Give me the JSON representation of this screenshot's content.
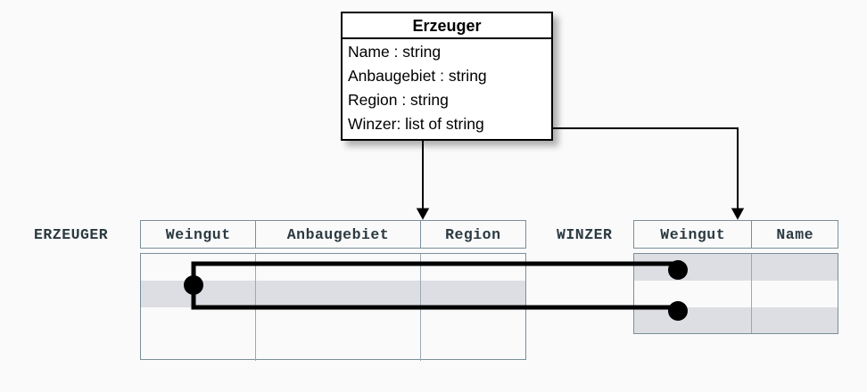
{
  "diagram": {
    "title": "Erzeuger",
    "uml_class": {
      "name": "Erzeuger",
      "attributes": [
        "Name : string",
        "Anbaugebiet : string",
        "Region : string",
        "Winzer: list of string"
      ]
    },
    "tables": [
      {
        "label": "ERZEUGER",
        "columns": [
          "Weingut",
          "Anbaugebiet",
          "Region"
        ],
        "row_count": 4,
        "highlighted_rows": [
          1
        ]
      },
      {
        "label": "WINZER",
        "columns": [
          "Weingut",
          "Name"
        ],
        "row_count": 3,
        "highlighted_rows": [
          0,
          2
        ]
      }
    ],
    "colors": {
      "background": "#fafafa",
      "table_border": "#7a8f99",
      "cell_border": "#9aa9b1",
      "row_highlight": "#dcdee3",
      "text": "#2b3a42",
      "uml_border": "#000000",
      "connector": "#000000"
    },
    "connectors": {
      "arrow_to_erzeuger": "Erzeuger class maps to ERZEUGER table",
      "arrow_to_winzer": "Winzer list attribute maps to WINZER table",
      "link_label": "foreign-key link between ERZEUGER.Weingut and WINZER.Weingut"
    }
  }
}
